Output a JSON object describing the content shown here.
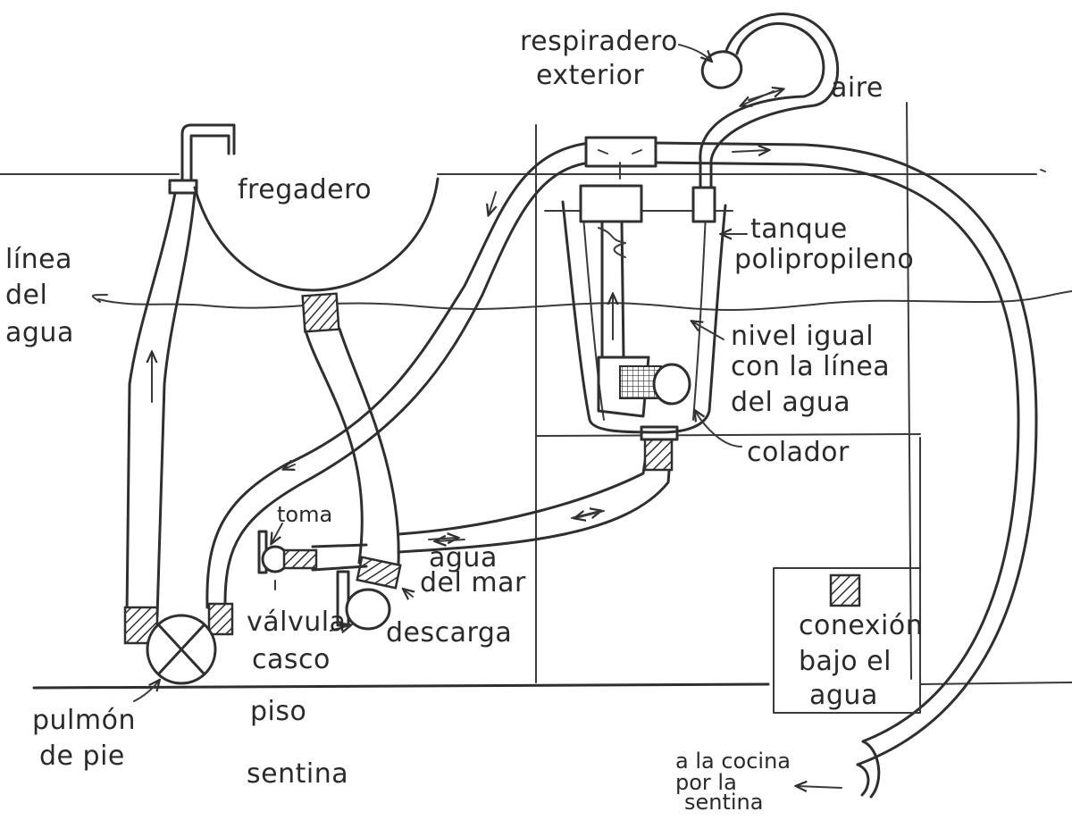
{
  "labels": {
    "respiradero": [
      "respiradero",
      "exterior"
    ],
    "aire": "aire",
    "fregadero": "fregadero",
    "linea": [
      "línea",
      "del",
      "agua"
    ],
    "tanque": [
      "tanque",
      "polipropileno"
    ],
    "nivel": [
      "nivel igual",
      "con la línea",
      "del agua"
    ],
    "colador": "colador",
    "toma": "toma",
    "agua_mar": [
      "agua",
      "del mar"
    ],
    "valvula": [
      "válvula",
      "casco"
    ],
    "descarga": "descarga",
    "pulmon": [
      "pulmón",
      "de pie"
    ],
    "piso": "piso",
    "sentina": "sentina",
    "conexion": [
      "conexión",
      "bajo el",
      "agua"
    ],
    "cocina": [
      "a la cocina",
      "por la",
      "sentina"
    ]
  }
}
